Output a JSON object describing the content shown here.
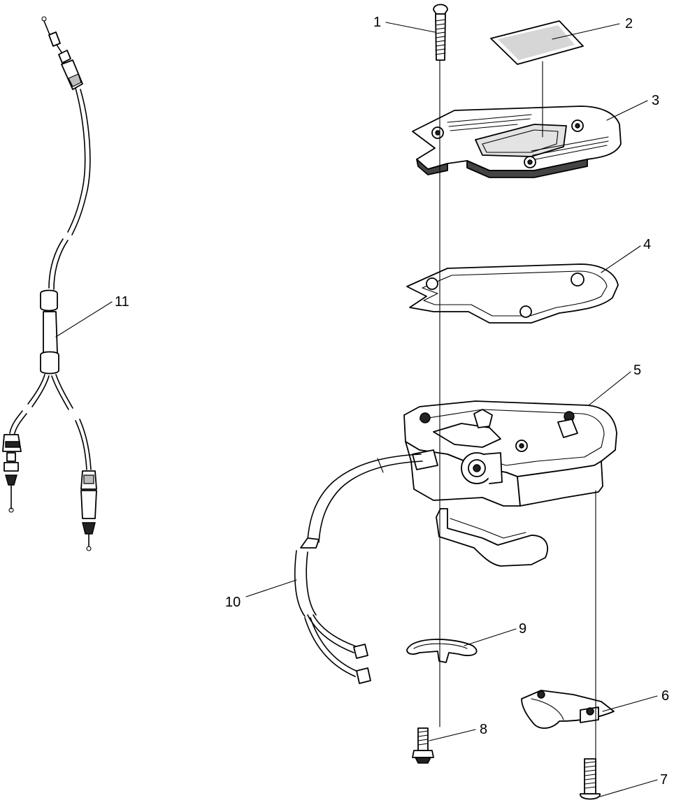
{
  "diagram": {
    "callouts": [
      {
        "number": "1",
        "part": "screw"
      },
      {
        "number": "2",
        "part": "decal"
      },
      {
        "number": "3",
        "part": "cover"
      },
      {
        "number": "4",
        "part": "gasket"
      },
      {
        "number": "5",
        "part": "housing"
      },
      {
        "number": "6",
        "part": "clamp"
      },
      {
        "number": "7",
        "part": "screw"
      },
      {
        "number": "8",
        "part": "screw"
      },
      {
        "number": "9",
        "part": "spring"
      },
      {
        "number": "10",
        "part": "wire-harness"
      },
      {
        "number": "11",
        "part": "throttle-cable"
      }
    ]
  }
}
